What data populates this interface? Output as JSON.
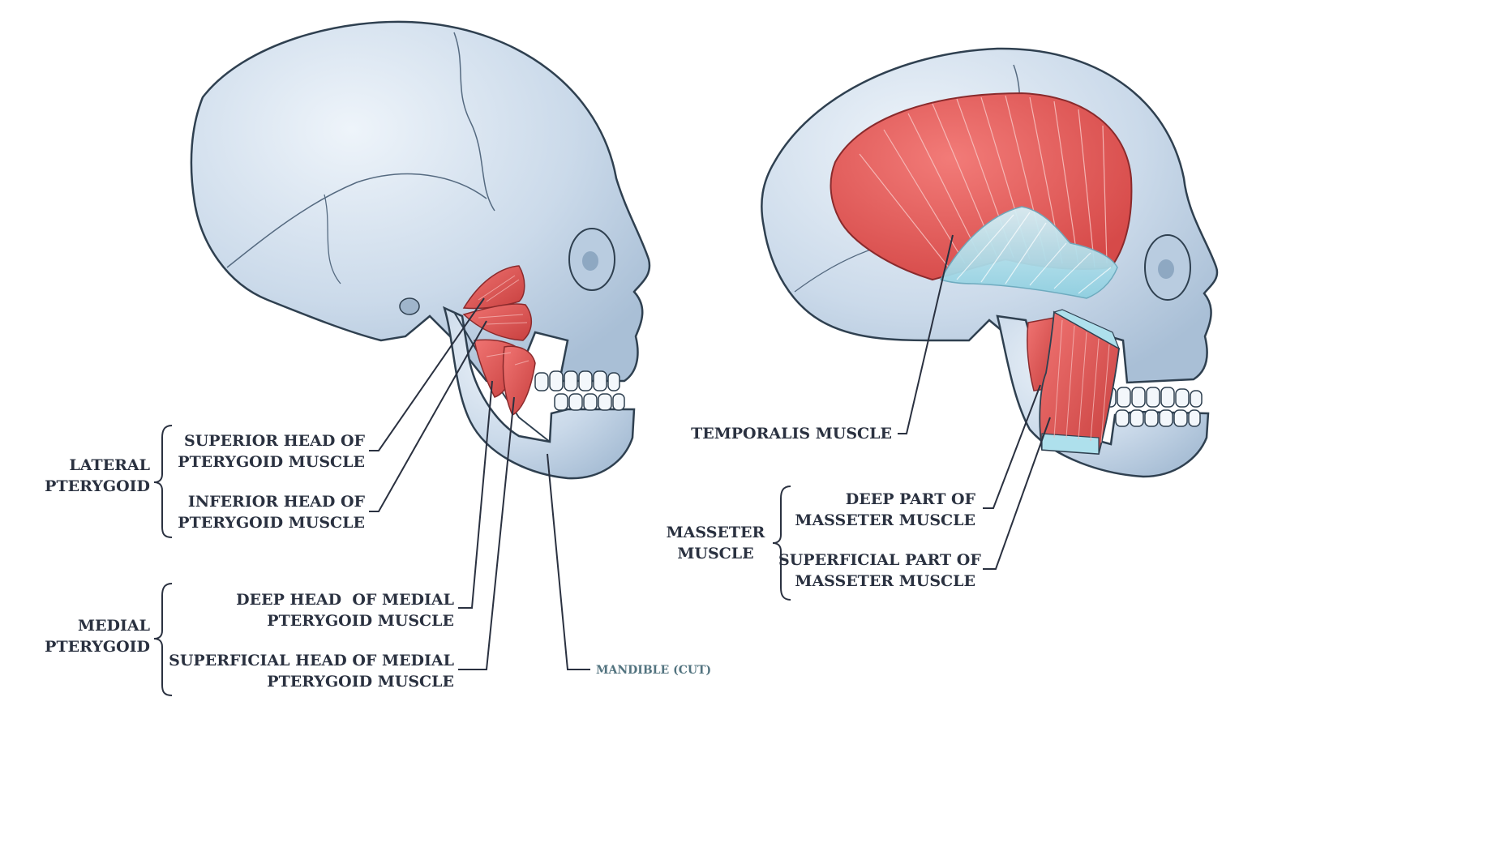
{
  "colors": {
    "bone": "#cfdcea",
    "bone_shadow": "#9fb5cb",
    "outline": "#2f4050",
    "muscle": "#e05a58",
    "muscle_dark": "#b83a3c",
    "tendon": "#aee0ec",
    "text": "#2a3140",
    "mandible_text": "#52737f"
  },
  "left_figure": {
    "groups": {
      "lateral": {
        "line1": "LATERAL",
        "line2": "PTERYGOID"
      },
      "medial": {
        "line1": "MEDIAL",
        "line2": "PTERYGOID"
      }
    },
    "labels": {
      "superior_head": {
        "line1": "SUPERIOR HEAD OF",
        "line2": "PTERYGOID MUSCLE"
      },
      "inferior_head": {
        "line1": "INFERIOR HEAD OF",
        "line2": "PTERYGOID MUSCLE"
      },
      "deep_head": {
        "line1": "DEEP HEAD  OF MEDIAL",
        "line2": "PTERYGOID MUSCLE"
      },
      "superficial_head": {
        "line1": "SUPERFICIAL HEAD OF MEDIAL",
        "line2": "PTERYGOID MUSCLE"
      },
      "mandible": "MANDIBLE (CUT)"
    }
  },
  "right_figure": {
    "labels": {
      "temporalis": "TEMPORALIS MUSCLE",
      "masseter_group": {
        "line1": "MASSETER",
        "line2": "MUSCLE"
      },
      "deep_part": {
        "line1": "DEEP PART OF",
        "line2": "MASSETER MUSCLE"
      },
      "superficial_part": {
        "line1": "SUPERFICIAL PART OF",
        "line2": "MASSETER MUSCLE"
      }
    }
  }
}
